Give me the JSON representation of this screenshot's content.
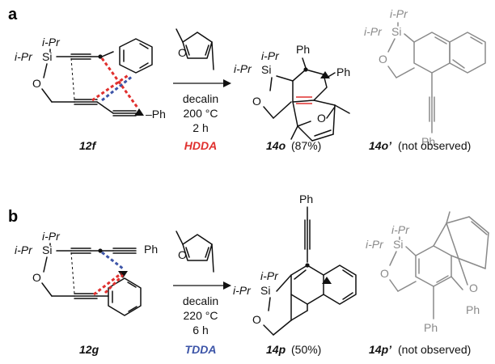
{
  "panels": {
    "a": {
      "letter": "a",
      "reactant": "12f",
      "conditions": [
        "decalin",
        "200 °C",
        "2 h"
      ],
      "reaction_type": "HDDA",
      "reaction_color": "#e0302e",
      "product": "14o",
      "product_yield": "(87%)",
      "alt_product": "14o’",
      "alt_note": "(not observed)"
    },
    "b": {
      "letter": "b",
      "reactant": "12g",
      "conditions": [
        "decalin",
        "220 °C",
        "6 h"
      ],
      "reaction_type": "TDDA",
      "reaction_color": "#3d55a8",
      "product": "14p",
      "product_yield": "(50%)",
      "alt_product": "14p’",
      "alt_note": "(not observed)"
    }
  },
  "atoms": {
    "ipr": "i-Pr",
    "si": "Si",
    "o": "O",
    "ph": "Ph",
    "dash_ph": "–Ph"
  }
}
